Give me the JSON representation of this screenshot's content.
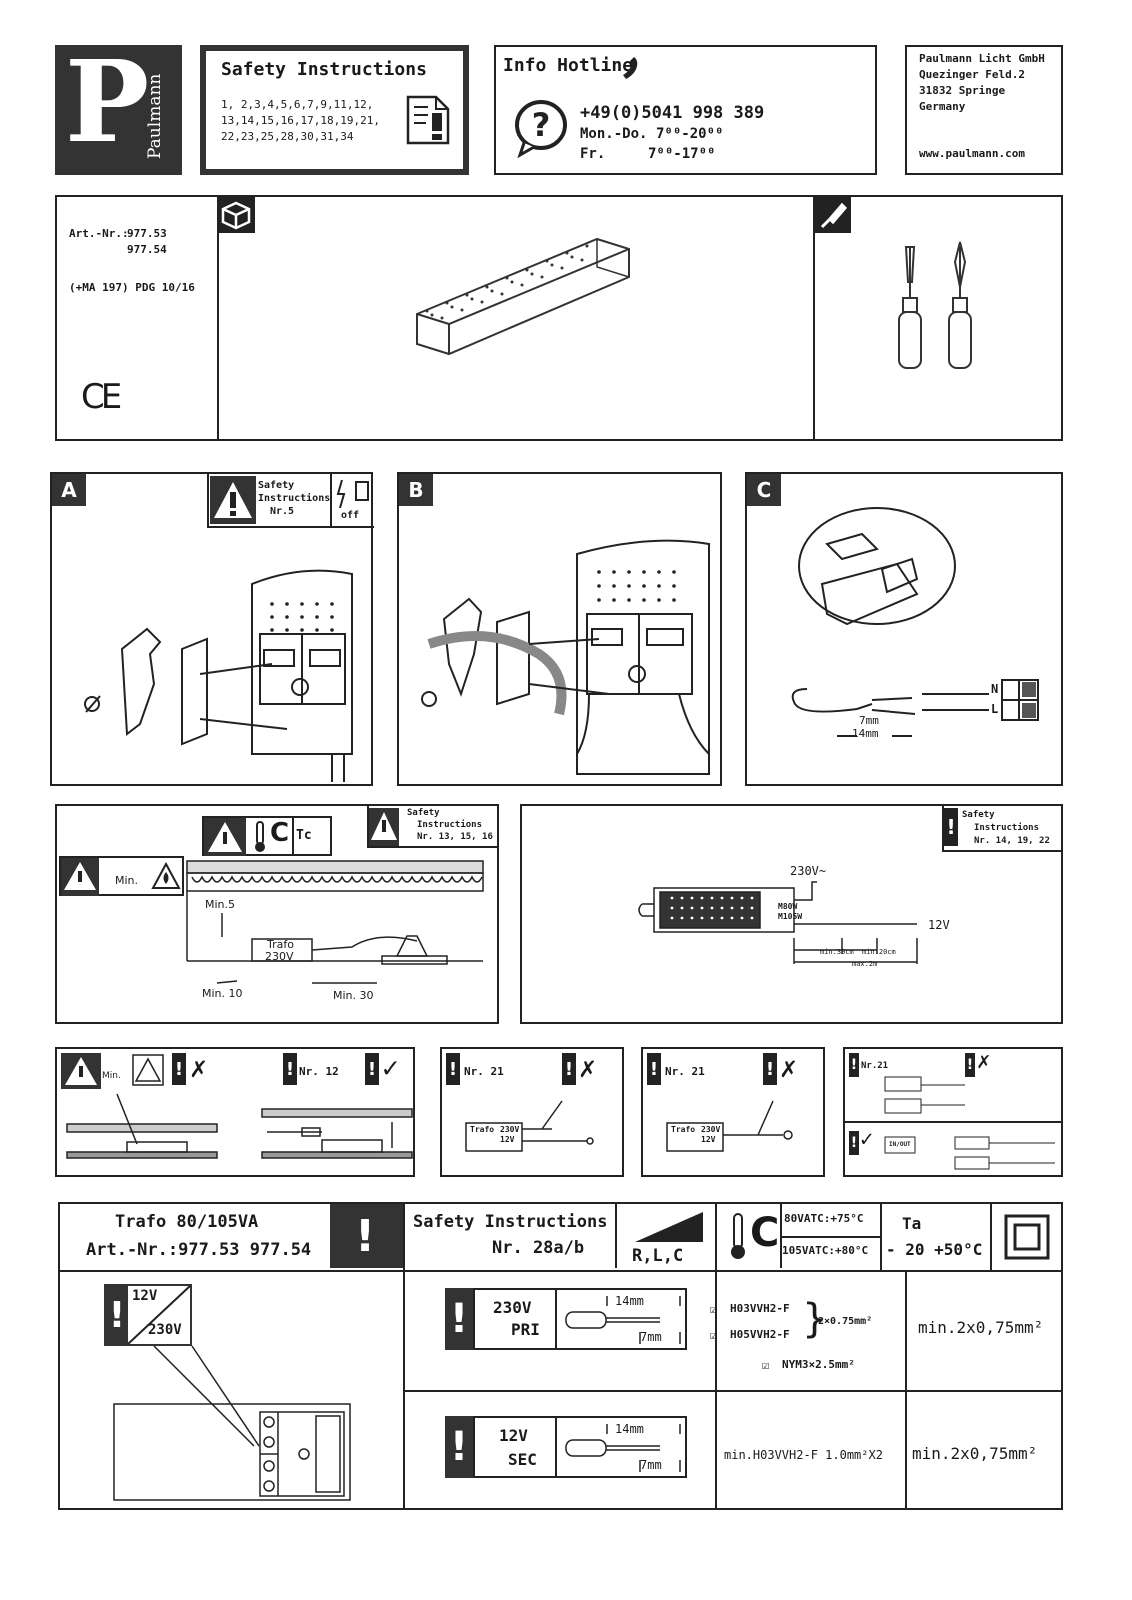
{
  "header": {
    "logo_letter": "P",
    "logo_brand": "Paulmann",
    "safety": {
      "title": "Safety  Instructions",
      "numbers_line1": "1, 2,3,4,5,6,7,9,11,12,",
      "numbers_line2": "13,14,15,16,17,18,19,21,",
      "numbers_line3": "22,23,25,28,30,31,34"
    },
    "hotline": {
      "title": "Info Hotline",
      "phone": "+49(0)5041 998 389",
      "hours1_label": "Mon.-Do.",
      "hours1": "7⁰⁰-20⁰⁰",
      "hours2_label": "Fr.",
      "hours2": "7⁰⁰-17⁰⁰"
    },
    "address": {
      "company": "Paulmann Licht GmbH",
      "street": "Quezinger Feld.2",
      "city": "31832 Springe",
      "country": "Germany",
      "web": "www.paulmann.com"
    }
  },
  "product": {
    "art_label": "Art.-Nr.:",
    "art1": "977.53",
    "art2": "977.54",
    "code": "(+MA 197) PDG 10/16",
    "ce": "CE"
  },
  "panels": {
    "a_letter": "A",
    "b_letter": "B",
    "c_letter": "C",
    "a_safety": "Safety",
    "a_instructions": "Instructions",
    "a_nr": "Nr.5",
    "a_off": "off",
    "c_n": "N",
    "c_l": "L",
    "c_7mm": "7mm",
    "c_14mm": "14mm"
  },
  "install": {
    "tc": "Tc",
    "safety": "Safety",
    "instructions": "Instructions",
    "nr_left": "Nr. 13, 15, 16",
    "nr_right": "Nr. 14, 19, 22",
    "min": "Min.",
    "min5": "Min.5",
    "trafo": "Trafo",
    "v230": "230V",
    "min10": "Min. 10",
    "min30": "Min. 30",
    "ac230": "230V~",
    "m80": "M80W",
    "m105": "M105W",
    "v12": "12V",
    "min30cm": "min.30cm",
    "min20cm": "min.20cm",
    "max2m": "max.2m"
  },
  "rules": {
    "min": "Min.",
    "nr12": "Nr. 12",
    "nr21a": "Nr. 21",
    "nr21b": "Nr. 21",
    "nr21c": "Nr.21",
    "trafo": "Trafo",
    "v230": "230V",
    "v12": "12V",
    "in_out": "IN/OUT"
  },
  "table": {
    "title": "Trafo 80/105VA",
    "art": "Art.-Nr.:977.53   977.54",
    "safety_title": "Safety  Instructions",
    "safety_nr": "Nr.  28a/b",
    "rlc": "R,L,C",
    "temp1": "80VATC:+75°C",
    "temp2": "105VATC:+80°C",
    "ta": "Ta",
    "ta_range": "- 20   +50°C",
    "label_12v": "12V",
    "label_230v": "230V",
    "pri_v": "230V",
    "pri": "PRI",
    "sec_v": "12V",
    "sec": "SEC",
    "strip14": "14mm",
    "strip7": "7mm",
    "cable1": "H03VVH2-F",
    "cable2": "H05VVH2-F",
    "cable_cs": "2×0.75mm²",
    "cable3": "NYM3×2.5mm²",
    "pri_min": "min.2x0,75mm²",
    "sec_cable": "min.H03VVH2-F 1.0mm²X2",
    "sec_min": "min.2x0,75mm²"
  }
}
